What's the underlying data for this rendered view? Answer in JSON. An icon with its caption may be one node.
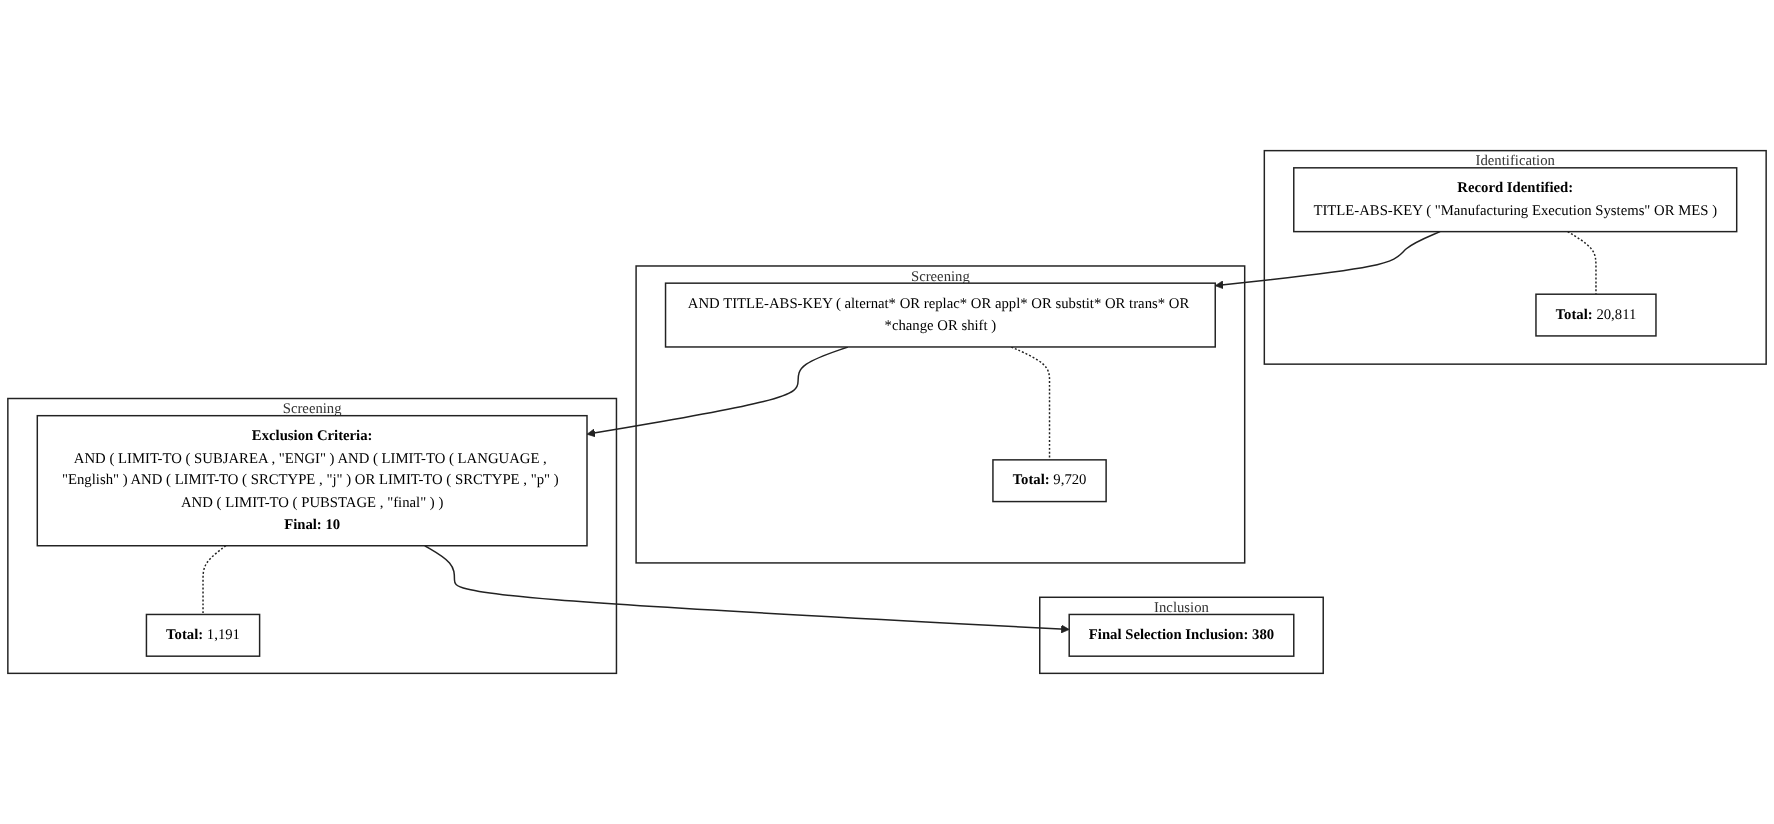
{
  "diagram": {
    "nodes": [
      {
        "text": [
          "Identification"
        ]
      },
      {
        "text": [
          "Record Identified:",
          "TITLE-ABS-KEY ( \"Manufacturing Execution Systems\" OR MES )"
        ],
        "in": 0
      },
      {
        "text": [
          "**Total:** 20,811"
        ],
        "in": 0
      },
      {
        "text": [
          "Screening"
        ]
      },
      {
        "text": [
          "AND TITLE-ABS-KEY ( alternat* OR replac* OR appl* OR substit* OR trans* OR *change OR shift )"
        ],
        "in": 3
      },
      {
        "text": [
          "**Total:** 9,720"
        ],
        "in": 3
      },
      {
        "text": [
          "Screening"
        ]
      },
      {
        "text": [
          "Exclusion Criteria:",
          "AND ( LIMIT-TO ( SUBJAREA , \"ENGI\" ) AND ( LIMIT-TO ( LANGUAGE , \"English\" ) AND ( LIMIT-TO ( SRCTYPE , \"j\" ) OR LIMIT-TO ( SRCTYPE , \"p\" ) AND ( LIMIT-TO ( PUBSTAGE , \"final\" ) )",
          "Final: 10"
        ],
        "in": 6
      },
      {
        "text": [
          "**Total:** 1,191"
        ],
        "in": 6
      },
      {
        "text": [
          "Inclusion"
        ]
      },
      {
        "text": [
          "Final Selection Inclusion: 380"
        ],
        "in": 9
      }
    ],
    "edges": [
      {
        "from": 1,
        "to": 2,
        "arrow": "none",
        "style": "dashed"
      },
      {
        "from": 1,
        "to": 4,
        "arrow": "to"
      },
      {
        "from": 4,
        "to": 5,
        "arrow": "none",
        "style": "dashed"
      },
      {
        "from": 4,
        "to": 7,
        "arrow": "to"
      },
      {
        "from": 7,
        "to": 8,
        "arrow": "none",
        "style": "dashed"
      },
      {
        "from": 7,
        "to": 10,
        "arrow": "to"
      }
    ]
  }
}
